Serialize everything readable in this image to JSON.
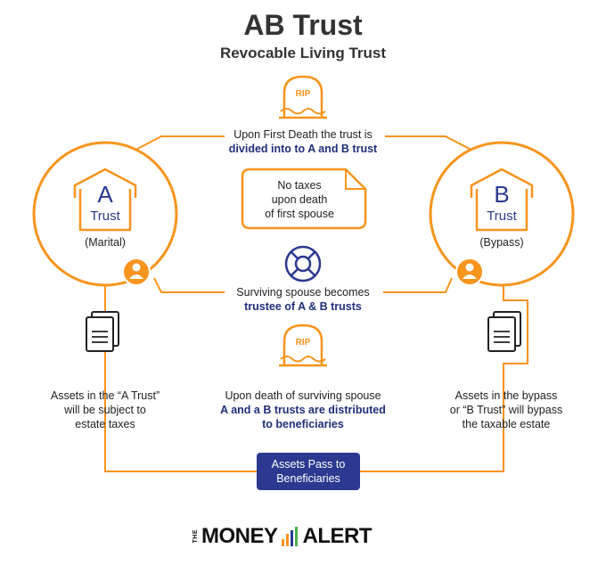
{
  "header": {
    "title": "AB Trust",
    "subtitle": "Revocable Living Trust"
  },
  "tombstone_label": "RIP",
  "first_death": {
    "line1": "Upon First Death the trust is",
    "line2": "divided into to A and B trust"
  },
  "note": {
    "line1": "No taxes",
    "line2": "upon death",
    "line3": "of first spouse"
  },
  "trust_a": {
    "letter": "A",
    "word": "Trust",
    "caption": "(Marital)"
  },
  "trust_b": {
    "letter": "B",
    "word": "Trust",
    "caption": "(Bypass)"
  },
  "surviving": {
    "line1": "Surviving spouse becomes",
    "line2": "trustee of A & B trusts"
  },
  "left_text": {
    "line1": "Assets in the “A Trust”",
    "line2": "will be subject to",
    "line3": "estate taxes"
  },
  "right_text": {
    "line1": "Assets in the bypass",
    "line2": "or “B Trust” will bypass",
    "line3": "the taxable estate"
  },
  "second_death": {
    "line1": "Upon death of surviving spouse",
    "line2": "A and a B trusts are distributed",
    "line3": "to beneficiaries"
  },
  "pass_box": {
    "line1": "Assets Pass to",
    "line2": "Beneficiaries"
  },
  "logo": {
    "the": "THE",
    "money": "MONEY",
    "alert": "ALERT"
  },
  "colors": {
    "orange": "#f7941d",
    "navy": "#2b3990",
    "dark_blue_text": "#1f2f7a"
  }
}
